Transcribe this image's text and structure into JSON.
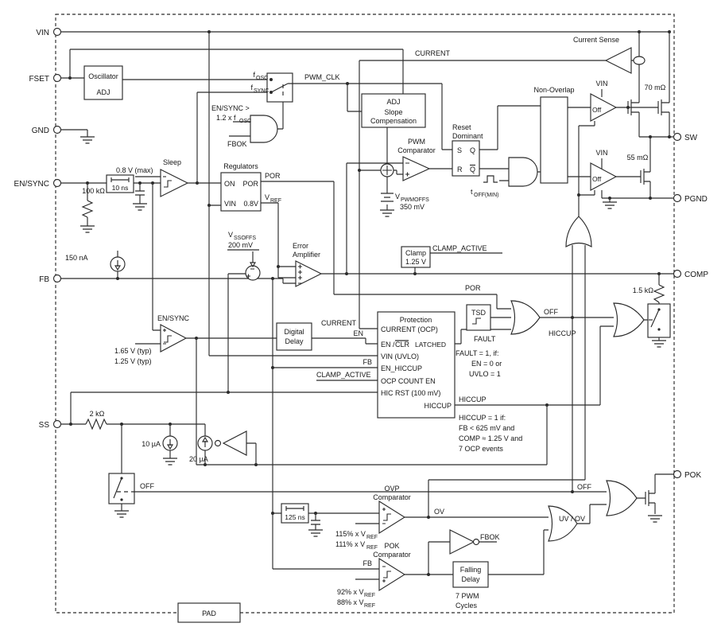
{
  "pins": {
    "left": [
      "VIN",
      "FSET",
      "GND",
      "EN/SYNC",
      "FB",
      "SS"
    ],
    "right": [
      "SW",
      "PGND",
      "COMP",
      "POK"
    ]
  },
  "blocks": {
    "oscillator": {
      "title": "Oscillator",
      "adj": "ADJ"
    },
    "mux": {
      "fosc_main": "f",
      "fosc_sub": "OSC",
      "fsync_main": "f",
      "fsync_sub": "SYNC"
    },
    "sync_gate": {
      "line1": "EN/SYNC >",
      "line2_main": "1.2 x f",
      "line2_sub": "OSC",
      "fbok": "FBOK"
    },
    "sleep": {
      "label": "Sleep",
      "threshold": "0.8 V (max)",
      "filter": "10 ns"
    },
    "regulators": {
      "title": "Regulators",
      "on": "ON",
      "por": "POR",
      "vin": "VIN",
      "v08": "0.8V",
      "por_out": "POR",
      "vref_main": "V",
      "vref_sub": "REF"
    },
    "slope": {
      "adj": "ADJ",
      "line1": "Slope",
      "line2": "Compensation"
    },
    "pwm_comparator": {
      "line1": "PWM",
      "line2": "Comparator",
      "offs_main": "V",
      "offs_sub": "PWMOFFS",
      "offs_val": "350 mV"
    },
    "flipflop": {
      "title1": "Reset",
      "title2": "Dominant",
      "s": "S",
      "q": "Q",
      "r": "R",
      "qb": "Q"
    },
    "toff": {
      "main": "t",
      "sub": "OFF(MIN)"
    },
    "nonoverlap": {
      "title": "Non-Overlap"
    },
    "current_sense": {
      "title": "Current Sense"
    },
    "hs_driver": {
      "vin": "VIN",
      "off": "Off",
      "r": "70 mΩ"
    },
    "ls_driver": {
      "vin": "VIN",
      "off": "Off",
      "r": "55 mΩ"
    },
    "error_amp": {
      "line1": "Error",
      "line2": "Amplifier",
      "offs_main": "V",
      "offs_sub": "SSOFFS",
      "offs_val": "200 mV"
    },
    "clamp": {
      "line1": "Clamp",
      "line2": "1.25 V",
      "active": "CLAMP_ACTIVE"
    },
    "tsd": {
      "label": "TSD"
    },
    "protection": {
      "title": "Protection",
      "r1": "CURRENT (OCP)",
      "r2a": "EN /",
      "r2b": "CLR",
      "latched": "LATCHED",
      "r3": "VIN (UVLO)",
      "r4": "EN_HICCUP",
      "r5": "OCP COUNT EN",
      "r6": "HIC RST (100 mV)",
      "hiccup": "HICCUP"
    },
    "digital_delay": {
      "line1": "Digital",
      "line2": "Delay"
    },
    "ensync_comp": {
      "title": "EN/SYNC",
      "th1": "1.65 V (typ)",
      "th2": "1.25 V (typ)"
    },
    "ovp": {
      "line1": "OVP",
      "line2": "Comparator",
      "filter": "125 ns",
      "th1_main": "115% x V",
      "th1_sub": "REF",
      "th2_main": "111% x V",
      "th2_sub": "REF"
    },
    "pok_comp": {
      "line1": "POK",
      "line2": "Comparator",
      "th1_main": "92% x V",
      "th1_sub": "REF",
      "th2_main": "88% x V",
      "th2_sub": "REF"
    },
    "falling_delay": {
      "line1": "Falling",
      "line2": "Delay",
      "note1": "7 PWM",
      "note2": "Cycles"
    },
    "pad": "PAD"
  },
  "nets": {
    "current_top": "CURRENT",
    "current_prot": "CURRENT",
    "pwm_clk": "PWM_CLK",
    "por_right": "POR",
    "fault": "FAULT",
    "off_a": "OFF",
    "off_b": "OFF",
    "off_c": "OFF",
    "hiccup_net": "HICCUP",
    "en": "EN",
    "fb_prot": "FB",
    "fb_pok": "FB",
    "clamp_active_prot": "CLAMP_ACTIVE",
    "uvov": "UV / OV",
    "ov": "OV",
    "fbok": "FBOK"
  },
  "values": {
    "r_100k": "100 kΩ",
    "i_150na": "150 nA",
    "r_2k": "2 kΩ",
    "i_10ua": "10 µA",
    "i_20ua": "20 µA",
    "r_1k5": "1.5 kΩ"
  },
  "notes": {
    "fault": [
      "FAULT = 1, if:",
      "EN = 0 or",
      "UVLO = 1"
    ],
    "hiccup": [
      "HICCUP = 1 if:",
      "FB < 625 mV and",
      "COMP ≈ 1.25 V and",
      "7 OCP events"
    ]
  }
}
